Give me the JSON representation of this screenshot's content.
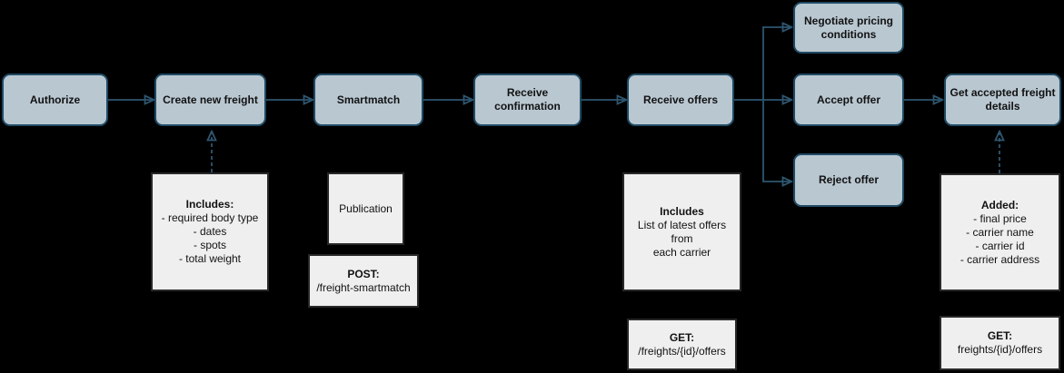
{
  "colors": {
    "background": "#000000",
    "node-fill": "#b9c7d1",
    "node-border": "#1f4a63",
    "arrow": "#2e5670",
    "note-fill": "#efefef",
    "note-border": "#282828",
    "text": "#121212"
  },
  "nodes": {
    "authorize": {
      "label": "Authorize"
    },
    "create_new_freight": {
      "label": "Create new freight"
    },
    "smartmatch": {
      "label": "Smartmatch"
    },
    "receive_confirmation": {
      "label": "Receive confirmation"
    },
    "receive_offers": {
      "label": "Receive offers"
    },
    "negotiate_pricing": {
      "label": "Negotiate pricing conditions"
    },
    "accept_offer": {
      "label": "Accept offer"
    },
    "reject_offer": {
      "label": "Reject offer"
    },
    "get_accepted_freight": {
      "label": "Get accepted freight details"
    }
  },
  "notes": {
    "freight_includes": {
      "title": "Includes:",
      "lines": [
        "- required body type",
        "- dates",
        "- spots",
        "- total weight"
      ]
    },
    "publication": {
      "label": "Publication"
    },
    "post_smartmatch": {
      "title": "POST:",
      "lines": [
        "/freight-smartmatch"
      ]
    },
    "offers_includes": {
      "title": "Includes",
      "lines": [
        "List of latest offers from",
        "each carrier"
      ]
    },
    "get_offers_left": {
      "title": "GET:",
      "lines": [
        "/freights/{id}/offers"
      ]
    },
    "added_details": {
      "title": "Added:",
      "lines": [
        "- final price",
        "- carrier name",
        "- carrier id",
        "- carrier address"
      ]
    },
    "get_offers_right": {
      "title": "GET:",
      "lines": [
        "freights/{id}/offers"
      ]
    }
  }
}
